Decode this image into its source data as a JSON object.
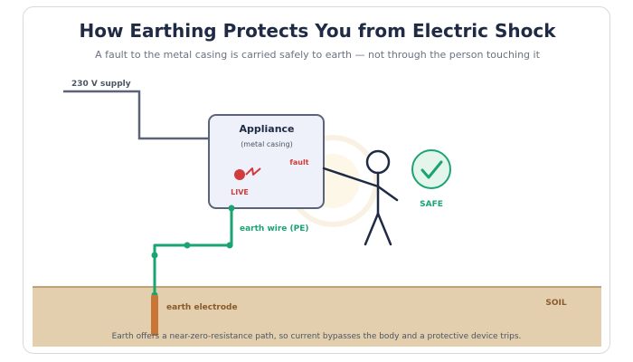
{
  "header": {
    "title": "How Earthing Protects You from Electric Shock",
    "subtitle": "A fault to the metal casing is carried safely to earth — not through the person touching it"
  },
  "diagram": {
    "supply_label": "230 V supply",
    "appliance_title": "Appliance",
    "appliance_subtitle": "(metal casing)",
    "fault_label": "fault",
    "live_label": "LIVE",
    "earth_wire_label": "earth wire (PE)",
    "safe_label": "SAFE",
    "electrode_label": "earth electrode",
    "soil_label": "SOIL",
    "footnote": "Earth offers a near-zero-resistance path, so current bypasses the body and a protective device trips."
  },
  "colors": {
    "title": "#1f2a44",
    "supply_wire": "#5b6477",
    "appliance_fill": "#eef1fa",
    "appliance_stroke": "#5b6477",
    "fault": "#d13b3b",
    "earth_wire": "#1aa472",
    "person": "#1f2a44",
    "soil_fill": "#e3cfae",
    "soil_line": "#b28a5a",
    "electrode": "#c87536",
    "electrode_text": "#8a5a2b"
  },
  "icons": {
    "safe": "check-circle-icon",
    "fault_spark": "spark-icon"
  }
}
